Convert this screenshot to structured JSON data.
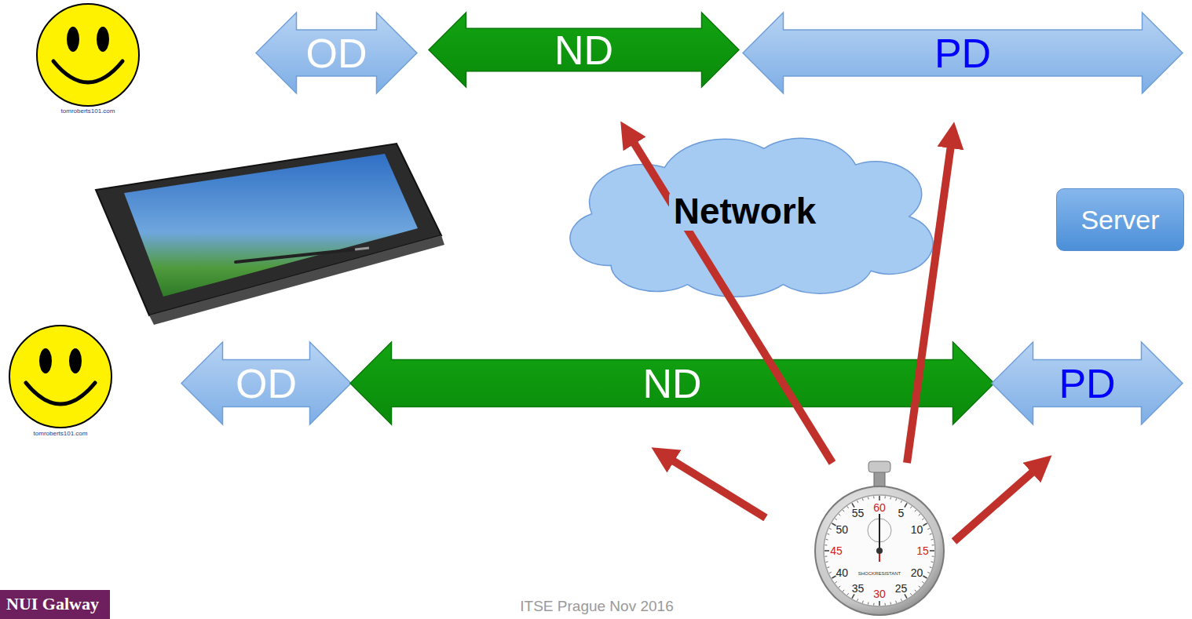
{
  "diagram": {
    "nodes": [
      {
        "text": [
          "OD"
        ]
      },
      {
        "text": [
          "ND"
        ]
      },
      {
        "text": [
          "PD"
        ]
      },
      {
        "text": [
          "Network"
        ]
      },
      {
        "text": [
          "Server"
        ]
      },
      {
        "text": [
          "OD"
        ]
      },
      {
        "text": [
          "ND"
        ]
      },
      {
        "text": [
          "PD"
        ]
      }
    ],
    "labels": [
      "tomroberts101.com",
      "tomroberts101.com",
      "60",
      "5",
      "10",
      "15",
      "20",
      "25",
      "30",
      "35",
      "40",
      "45",
      "50",
      "55",
      "SHOCKRESISTANT",
      "NUI Galway",
      "ITSE Prague Nov 2016"
    ]
  }
}
